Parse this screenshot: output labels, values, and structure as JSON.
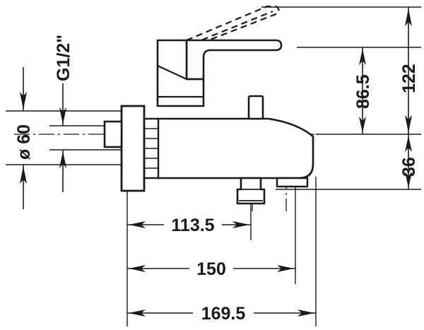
{
  "drawing": {
    "title": "Bath mixer technical dimension drawing",
    "units": "mm",
    "line_color": "#1a1a1a",
    "background": "#ffffff"
  },
  "dimensions": {
    "diameter_60": "ø 60",
    "thread": "G1/2\"",
    "height_86_5": "86.5",
    "height_122": "122",
    "height_36": "36",
    "length_113_5": "113.5",
    "length_150": "150",
    "length_169_5": "169.5"
  },
  "parts": {
    "lever_handle": "lever-handle",
    "handle_raised_outline": "handle-raised-dashed-outline",
    "body": "mixer-body",
    "spout": "spout",
    "diverter_knob": "diverter-knob",
    "hand_shower_outlet": "hand-shower-outlet",
    "wall_flange": "wall-flange-escutcheon",
    "threaded_connector": "threaded-connector",
    "inlet_nipple": "inlet-nipple"
  }
}
